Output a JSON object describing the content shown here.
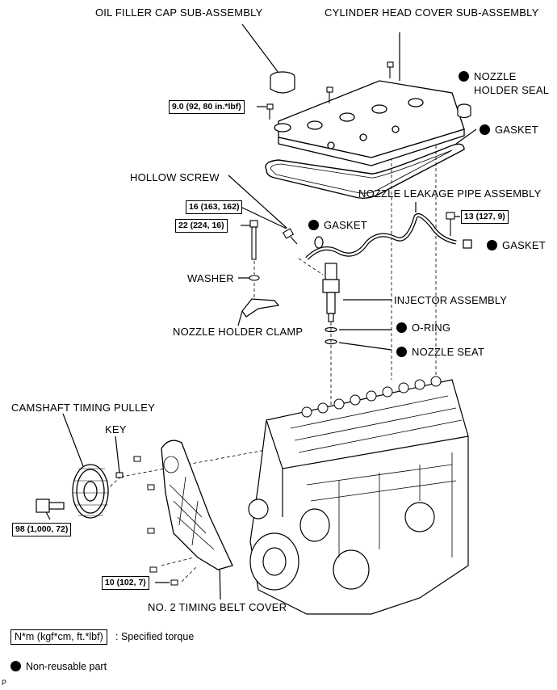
{
  "labels": {
    "oil_filler_cap": "OIL FILLER CAP SUB-ASSEMBLY",
    "cylinder_head_cover": "CYLINDER HEAD COVER SUB-ASSEMBLY",
    "nozzle_holder_seal_1": "NOZZLE",
    "nozzle_holder_seal_2": "HOLDER SEAL",
    "gasket_cover": "GASKET",
    "hollow_screw": "HOLLOW SCREW",
    "nozzle_leakage_pipe": "NOZZLE LEAKAGE PIPE ASSEMBLY",
    "gasket_left": "GASKET",
    "gasket_right": "GASKET",
    "washer": "WASHER",
    "injector_assembly": "INJECTOR ASSEMBLY",
    "nozzle_holder_clamp": "NOZZLE HOLDER CLAMP",
    "o_ring": "O-RING",
    "nozzle_seat": "NOZZLE SEAT",
    "camshaft_timing_pulley": "CAMSHAFT TIMING PULLEY",
    "key": "KEY",
    "no2_timing_belt_cover": "NO. 2 TIMING BELT COVER"
  },
  "torques": {
    "cover_bolt": "9.0 (92, 80 in.*lbf)",
    "hollow_screw": "16 (163, 162)",
    "clamp_bolt": "22 (224, 16)",
    "pipe_bolt": "13 (127, 9)",
    "pulley_bolt": "98 (1,000, 72)",
    "belt_cover_bolt": "10 (102, 7)"
  },
  "legend": {
    "torque_unit": "N*m (kgf*cm, ft.*lbf)",
    "torque_desc": ": Specified torque",
    "non_reusable": "Non-reusable part"
  },
  "footer_code": "P"
}
